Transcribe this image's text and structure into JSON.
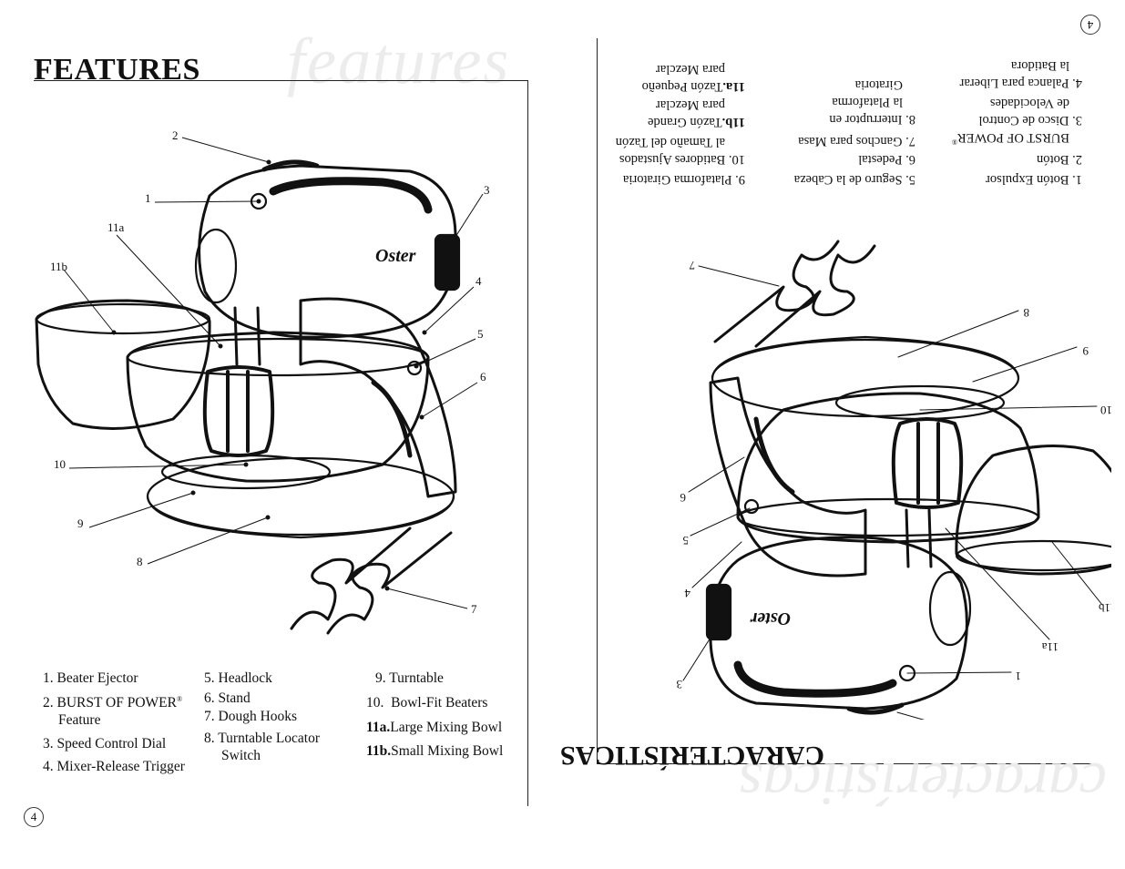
{
  "left_page": {
    "ghost_title": "features",
    "title": "FEATURES",
    "page_number": "4",
    "callouts": [
      "1",
      "2",
      "3",
      "11a",
      "11b",
      "4",
      "5",
      "6",
      "10",
      "9",
      "8",
      "7"
    ],
    "brand": "Oster",
    "legend_col1": [
      {
        "num": "1.",
        "text": "Beater Ejector"
      },
      {
        "num": "2.",
        "text": "BURST OF POWER",
        "sup": "®",
        "text2": "Feature"
      },
      {
        "num": "3.",
        "text": "Speed Control Dial"
      },
      {
        "num": "4.",
        "text": "Mixer-Release Trigger"
      }
    ],
    "legend_col2": [
      {
        "num": "5.",
        "text": "Headlock"
      },
      {
        "num": "6.",
        "text": "Stand"
      },
      {
        "num": "7.",
        "text": "Dough Hooks"
      },
      {
        "num": "8.",
        "text": "Turntable Locator",
        "text2": "Switch"
      }
    ],
    "legend_col3": [
      {
        "num": "9.",
        "text": "Turntable"
      },
      {
        "num": "10.",
        "text": "Bowl-Fit Beaters"
      },
      {
        "num": "11a.",
        "text": "Large Mixing Bowl"
      },
      {
        "num": "11b.",
        "text": "Small Mixing Bowl"
      }
    ]
  },
  "right_page": {
    "ghost_title": "características",
    "title": "CARACTERÍSTICAS",
    "page_number": "4",
    "legend_col1": [
      {
        "num": "1.",
        "text": "Botón Expulsor"
      },
      {
        "num": "2.",
        "text": "Botón",
        "text2": "BURST OF POWER",
        "sup": "®"
      },
      {
        "num": "3.",
        "text": "Disco de Control",
        "text2": "de Velocidades"
      },
      {
        "num": "4.",
        "text": "Palanca para Liberar",
        "text2": "la Batidora"
      }
    ],
    "legend_col2": [
      {
        "num": "5.",
        "text": "Seguro de la Cabeza"
      },
      {
        "num": "6.",
        "text": "Pedestal"
      },
      {
        "num": "7.",
        "text": "Ganchos para Masa"
      },
      {
        "num": "8.",
        "text": "Interruptor en",
        "text2": "la Plataforma",
        "text3": "Giratoria"
      }
    ],
    "legend_col3": [
      {
        "num": "9.",
        "text": "Plataforma Giratoria"
      },
      {
        "num": "10.",
        "text": "Batidores Ajustados",
        "text2": "al Tamaño del Tazón"
      },
      {
        "num": "11b.",
        "text": "Tazón Grande",
        "text2": "para Mezclar"
      },
      {
        "num": "11a.",
        "text": "Tazón Pequeño",
        "text2": "para Mezclar"
      }
    ]
  }
}
